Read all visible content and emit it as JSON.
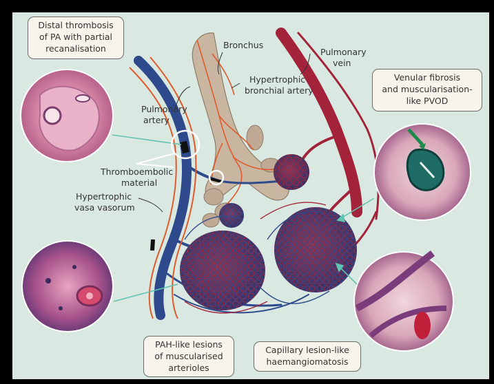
{
  "labels": {
    "distal_thrombosis": [
      "Distal thrombosis",
      "of PA with partial",
      "recanalisation"
    ],
    "bronchus": "Bronchus",
    "pulmonary_vein": [
      "Pulmonary",
      "vein"
    ],
    "hypertrophic_bronchial_artery": [
      "Hypertrophic",
      "bronchial artery"
    ],
    "venular_fibrosis": [
      "Venular fibrosis",
      "and muscularisation-",
      "like PVOD"
    ],
    "pulmonary_artery": [
      "Pulmonary",
      "artery"
    ],
    "thromboembolic_material": [
      "Thromboembolic",
      "material"
    ],
    "hypertrophic_vasa_vasorum": [
      "Hypertrophic",
      "vasa vasorum"
    ],
    "pah_like_lesions": [
      "PAH-like lesions",
      "of muscularised",
      "arterioles"
    ],
    "capillary_lesion": [
      "Capillary lesion-like",
      "haemangiomatosis"
    ]
  },
  "colors": {
    "background": "#d9e8e0",
    "artery_blue": "#2f4a8c",
    "vein_red": "#a3243a",
    "bronchial_orange": "#e05a2b",
    "bronchus_tan": "#c9b6a1",
    "pointer_teal": "#5fc4b0"
  }
}
